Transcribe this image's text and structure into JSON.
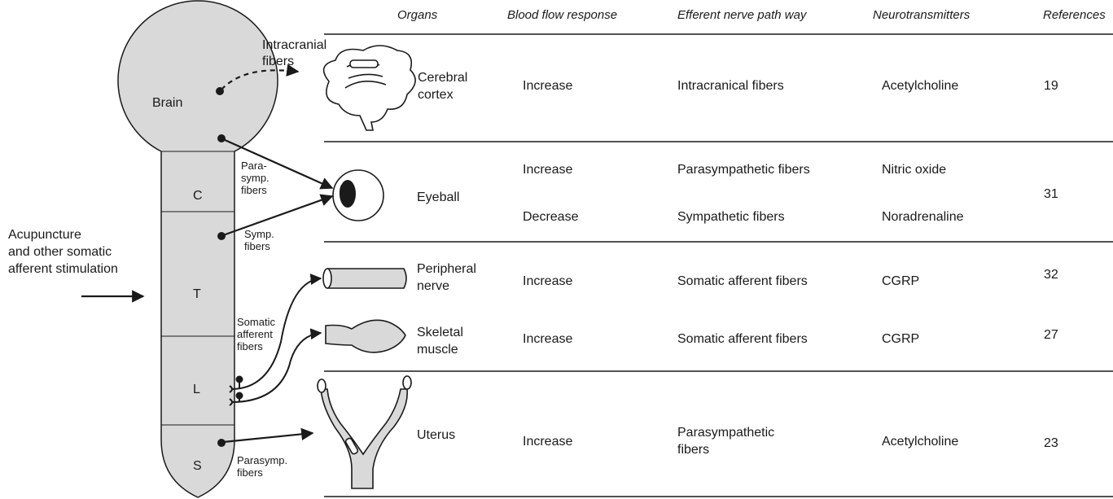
{
  "headers": {
    "organs": "Organs",
    "blood_flow": "Blood flow response",
    "efferent": "Efferent nerve path way",
    "neurotransmitters": "Neurotransmitters",
    "references": "References"
  },
  "stimulus": {
    "line1": "Acupuncture",
    "line2": "and other somatic",
    "line3": "afferent stimulation"
  },
  "body_labels": {
    "brain": "Brain",
    "c": "C",
    "t": "T",
    "l": "L",
    "s": "S"
  },
  "fiber_labels": {
    "intracranial_1": "Intracranial",
    "intracranial_2": "fibers",
    "para_1": "Para-",
    "para_2": "symp.",
    "para_3": "fibers",
    "symp_1": "Symp.",
    "symp_2": "fibers",
    "somatic_1": "Somatic",
    "somatic_2": "afferent",
    "somatic_3": "fibers",
    "parasymp_1": "Parasymp.",
    "parasymp_2": "fibers"
  },
  "rows": [
    {
      "organ_1": "Cerebral",
      "organ_2": "cortex",
      "response": "Increase",
      "pathway": "Intracranical fibers",
      "transmitter": "Acetylcholine",
      "ref": "19"
    },
    {
      "organ_1": "Eyeball",
      "response": "Increase",
      "pathway": "Parasympathetic fibers",
      "transmitter": "Nitric oxide",
      "ref": "31"
    },
    {
      "response": "Decrease",
      "pathway": "Sympathetic fibers",
      "transmitter": "Noradrenaline"
    },
    {
      "organ_1": "Peripheral",
      "organ_2": "nerve",
      "response": "Increase",
      "pathway": "Somatic afferent fibers",
      "transmitter": "CGRP",
      "ref": "32"
    },
    {
      "organ_1": "Skeletal",
      "organ_2": "muscle",
      "response": "Increase",
      "pathway": "Somatic afferent fibers",
      "transmitter": "CGRP",
      "ref": "27"
    },
    {
      "organ_1": "Uterus",
      "response": "Increase",
      "pathway_1": "Parasympathetic",
      "pathway_2": "fibers",
      "transmitter": "Acetylcholine",
      "ref": "23"
    }
  ]
}
